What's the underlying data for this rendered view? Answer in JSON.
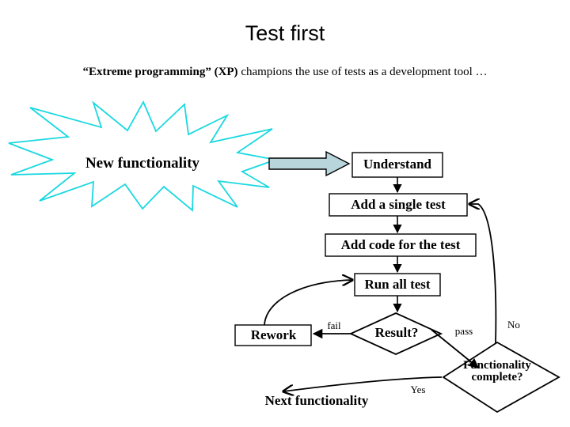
{
  "slide": {
    "title": "Test first",
    "subtitle": {
      "bold_part": "“Extreme programming” (XP)",
      "rest_part": " champions the use of tests as a development tool …"
    },
    "background_color": "#ffffff",
    "text_color": "#000000"
  },
  "colors": {
    "burst_outline": "#1ad8e0",
    "burst_fill": "#ffffff",
    "block_arrow_fill": "#b8d5dc",
    "block_arrow_outline": "#000000",
    "node_fill": "#ffffff",
    "node_outline": "#000000",
    "connector": "#000000"
  },
  "diagram": {
    "burst": {
      "label": "New functionality",
      "shape": "explosion-starburst"
    },
    "block_arrow": {
      "name": "block-arrow-right",
      "direction": "right"
    },
    "nodes": [
      {
        "id": "understand",
        "label": "Understand",
        "shape": "rectangle"
      },
      {
        "id": "add-single-test",
        "label": "Add a single test",
        "shape": "rectangle"
      },
      {
        "id": "add-code",
        "label": "Add code for the test",
        "shape": "rectangle"
      },
      {
        "id": "run-all-test",
        "label": "Run all test",
        "shape": "rectangle"
      },
      {
        "id": "rework",
        "label": "Rework",
        "shape": "rectangle"
      },
      {
        "id": "result",
        "label": "Result?",
        "shape": "diamond"
      },
      {
        "id": "functionality-complete",
        "label_line1": "Functionality",
        "label_line2": "complete?",
        "shape": "diamond"
      },
      {
        "id": "next-functionality",
        "label": "Next functionality",
        "shape": "text"
      }
    ],
    "edge_labels": {
      "fail": "fail",
      "pass": "pass",
      "no": "No",
      "yes": "Yes"
    }
  }
}
